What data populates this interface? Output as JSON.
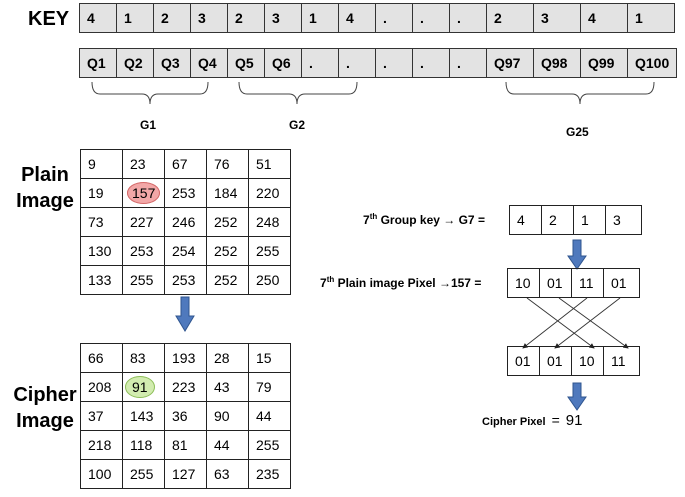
{
  "key": {
    "label": "KEY",
    "cells": [
      "4",
      "1",
      "2",
      "3",
      "2",
      "3",
      "1",
      "4",
      ".",
      ".",
      ".",
      "2",
      "3",
      "4",
      "1"
    ]
  },
  "questions": {
    "cells": [
      "Q1",
      "Q2",
      "Q3",
      "Q4",
      "Q5",
      "Q6",
      ".",
      ".",
      ".",
      ".",
      ".",
      "Q97",
      "Q98",
      "Q99",
      "Q100"
    ]
  },
  "groups": {
    "g1": "G1",
    "g2": "G2",
    "g25": "G25"
  },
  "plain_image": {
    "label_line1": "Plain",
    "label_line2": "Image",
    "rows": [
      [
        "9",
        "23",
        "67",
        "76",
        "51"
      ],
      [
        "19",
        "157",
        "253",
        "184",
        "220"
      ],
      [
        "73",
        "227",
        "246",
        "252",
        "248"
      ],
      [
        "130",
        "253",
        "254",
        "252",
        "255"
      ],
      [
        "133",
        "255",
        "253",
        "252",
        "250"
      ]
    ]
  },
  "cipher_image": {
    "label_line1": "Cipher",
    "label_line2": "Image",
    "rows": [
      [
        "66",
        "83",
        "193",
        "28",
        "15"
      ],
      [
        "208",
        "91",
        "223",
        "43",
        "79"
      ],
      [
        "37",
        "143",
        "36",
        "90",
        "44"
      ],
      [
        "218",
        "118",
        "81",
        "44",
        "255"
      ],
      [
        "100",
        "255",
        "127",
        "63",
        "235"
      ]
    ]
  },
  "group_key": {
    "label_prefix": "7",
    "label_sup": "th",
    "label_rest": " Group key → G7 =",
    "values": [
      "4",
      "2",
      "1",
      "3"
    ]
  },
  "plain_pixel": {
    "label_prefix": "7",
    "label_sup": "th",
    "label_rest": " Plain image Pixel →157 =",
    "bits": [
      "10",
      "01",
      "11",
      "01"
    ]
  },
  "cipher_bits": {
    "bits": [
      "01",
      "01",
      "10",
      "11"
    ]
  },
  "cipher_pixel": {
    "label": "Cipher Pixel",
    "eq": "=",
    "value": "91"
  },
  "colors": {
    "arrow": "#4f79bd",
    "highlight_red": "#f2a7a7",
    "highlight_green": "#d2ecb0",
    "cell_bg": "#e3e3e3"
  },
  "icons": {
    "down_arrow": "down-arrow-icon"
  }
}
